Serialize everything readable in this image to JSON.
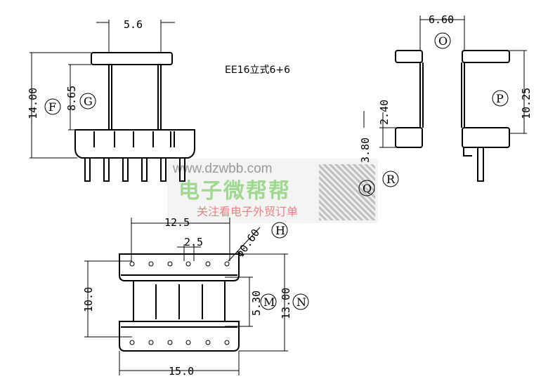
{
  "title": "EE16立式6+6",
  "dimensions": {
    "post_spacing": "5.6",
    "total_height": "14.00",
    "winding_height": "8.65",
    "side_width": "6.60",
    "side_height": "10.25",
    "side_window": "2.40",
    "pin_length": "3.80",
    "pin_span": "12.5",
    "pin_pitch": "2.5",
    "pin_dia": "Φ0.60",
    "depth_inner": "10.0",
    "core_width": "5.30",
    "depth_outer": "13.00",
    "width": "15.0"
  },
  "labels": {
    "F": "F",
    "G": "G",
    "O": "O",
    "P": "P",
    "Q": "Q",
    "R": "R",
    "H": "H",
    "M": "M",
    "N": "N"
  },
  "watermark": {
    "url": "www.dzwbb.com",
    "brand": "电子微帮帮",
    "subtitle": "关注看电子外贸订单"
  }
}
